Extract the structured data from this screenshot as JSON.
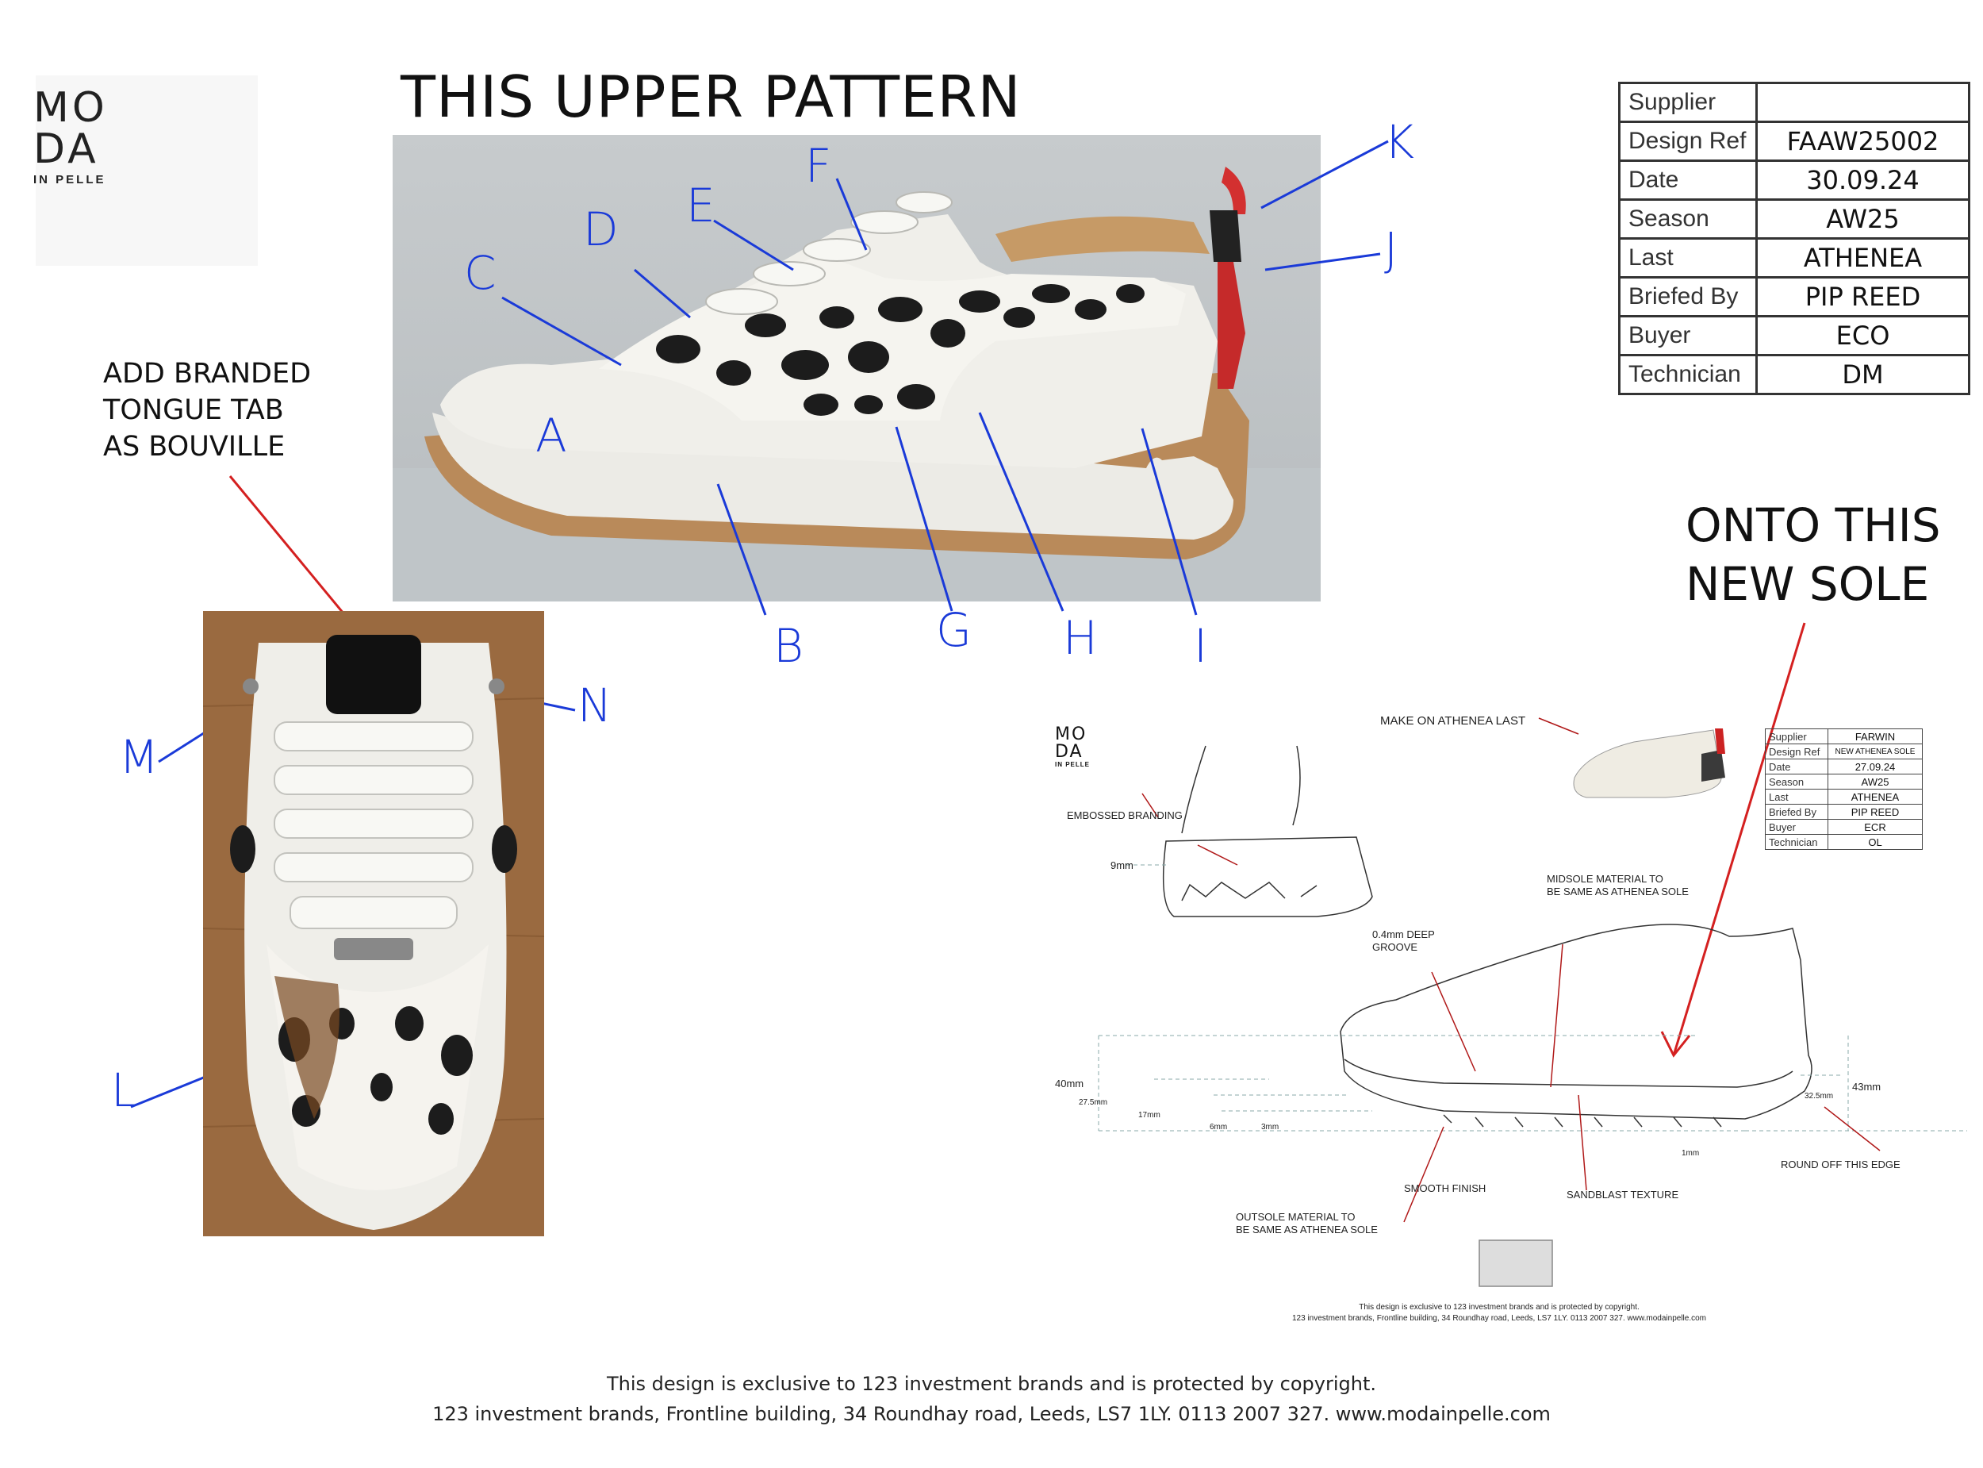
{
  "logo": {
    "row1": "MO",
    "row2": "DA",
    "sub": "IN PELLE"
  },
  "title": "THIS UPPER PATTERN",
  "tongue_note": [
    "ADD BRANDED",
    "TONGUE TAB",
    "AS BOUVILLE"
  ],
  "onto_note": [
    "ONTO THIS",
    "NEW SOLE"
  ],
  "spec_table": [
    {
      "label": "Supplier",
      "value": ""
    },
    {
      "label": "Design Ref",
      "value": "FAAW25002"
    },
    {
      "label": "Date",
      "value": "30.09.24"
    },
    {
      "label": "Season",
      "value": "AW25"
    },
    {
      "label": "Last",
      "value": "ATHENEA"
    },
    {
      "label": "Briefed By",
      "value": "PIP REED"
    },
    {
      "label": "Buyer",
      "value": "ECO"
    },
    {
      "label": "Technician",
      "value": "DM"
    }
  ],
  "part_letters_top": [
    "A",
    "B",
    "C",
    "D",
    "E",
    "F",
    "G",
    "H",
    "I",
    "J",
    "K"
  ],
  "part_letters_left": [
    "L",
    "M",
    "N"
  ],
  "sole_sheet": {
    "logo_row1": "MO",
    "logo_row2": "DA",
    "logo_sub": "IN PELLE",
    "make_on": "MAKE ON ATHENEA LAST",
    "embossed": "EMBOSSED BRANDING",
    "dim_9": "9mm",
    "midsole_note": [
      "MIDSOLE MATERIAL TO",
      "BE SAME AS ATHENEA SOLE"
    ],
    "groove_note": [
      "0.4mm DEEP",
      "GROOVE"
    ],
    "dim_40": "40mm",
    "dim_27": "27.5mm",
    "dim_17": "17mm",
    "dim_6": "6mm",
    "dim_3": "3mm",
    "dim_43": "43mm",
    "dim_32": "32.5mm",
    "dim_1": "1mm",
    "smooth": "SMOOTH FINISH",
    "sandblast": "SANDBLAST TEXTURE",
    "round_off": "ROUND OFF THIS EDGE",
    "outsole_note": [
      "OUTSOLE MATERIAL TO",
      "BE SAME AS ATHENEA SOLE"
    ],
    "copyright": [
      "This design is exclusive to 123 investment brands and is protected by copyright.",
      "123 investment brands, Frontline building, 34 Roundhay road, Leeds, LS7 1LY. 0113 2007 327. www.modainpelle.com"
    ],
    "spec": [
      {
        "label": "Supplier",
        "value": "FARWIN"
      },
      {
        "label": "Design Ref",
        "value": "NEW ATHENEA SOLE"
      },
      {
        "label": "Date",
        "value": "27.09.24"
      },
      {
        "label": "Season",
        "value": "AW25"
      },
      {
        "label": "Last",
        "value": "ATHENEA"
      },
      {
        "label": "Briefed By",
        "value": "PIP REED"
      },
      {
        "label": "Buyer",
        "value": "ECR"
      },
      {
        "label": "Technician",
        "value": "OL"
      }
    ]
  },
  "footer": [
    "This design is exclusive to 123 investment brands and is protected by copyright.",
    "123 investment brands, Frontline building, 34 Roundhay road, Leeds, LS7 1LY. 0113 2007 327. www.modainpelle.com"
  ],
  "colors": {
    "annotation_blue": "#1a3ad8",
    "arrow_red": "#d42020",
    "sheet_red": "#b01818"
  }
}
